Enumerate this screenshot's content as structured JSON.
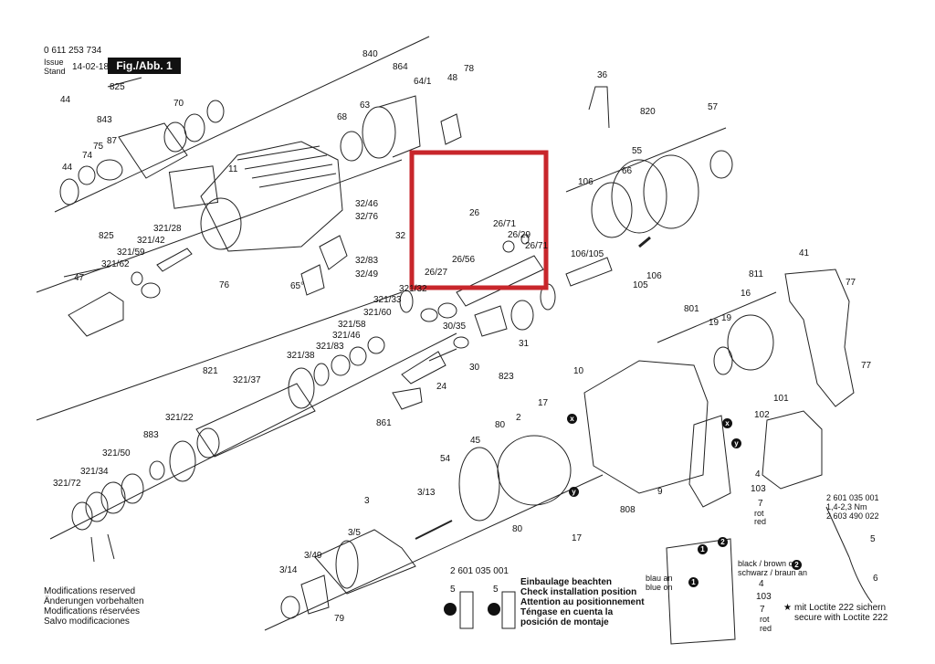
{
  "header": {
    "part_number": "0 611 253 734",
    "issue_label_1": "Issue",
    "issue_label_2": "Stand",
    "issue_date": "14-02-18",
    "figure_label": "Fig./Abb. 1"
  },
  "footer_notes": {
    "mod_en": "Modifications reserved",
    "mod_de": "Änderungen vorbehalten",
    "mod_fr": "Modifications réservées",
    "mod_es": "Salvo modificaciones"
  },
  "install": {
    "part_no": "2 601 035 001",
    "de": "Einbaulage beachten",
    "en": "Check installation position",
    "fr": "Attention au positionnement",
    "es": "Téngase en cuenta la",
    "es2": "posición de montaje",
    "label_5a": "5",
    "label_5b": "5"
  },
  "loctite": {
    "star": "★",
    "de": "mit Loctite 222 sichern",
    "en": "secure with Loctite 222"
  },
  "switch_box": {
    "part_no": "2 601 035 001",
    "torque": "1,4-2,3 Nm",
    "part_no2": "2 603 490 022",
    "red1": "7",
    "red1_txt": "rot",
    "red1_txt2": "red",
    "wire_black": "black / brown on",
    "wire_black2": "schwarz / braun an",
    "wire_blue": "blau an",
    "wire_blue2": "blue on",
    "red2": "7",
    "red2_txt": "rot",
    "red2_txt2": "red"
  },
  "callouts": [
    {
      "id": "c840",
      "text": "840"
    },
    {
      "id": "c864",
      "text": "864"
    },
    {
      "id": "c64_1",
      "text": "64/1"
    },
    {
      "id": "c48",
      "text": "48"
    },
    {
      "id": "c78",
      "text": "78"
    },
    {
      "id": "c825a",
      "text": "825"
    },
    {
      "id": "c44a",
      "text": "44"
    },
    {
      "id": "c843",
      "text": "843"
    },
    {
      "id": "c70",
      "text": "70"
    },
    {
      "id": "c75",
      "text": "75"
    },
    {
      "id": "c87",
      "text": "87"
    },
    {
      "id": "c74",
      "text": "74"
    },
    {
      "id": "c44b",
      "text": "44"
    },
    {
      "id": "c63",
      "text": "63"
    },
    {
      "id": "c68",
      "text": "68"
    },
    {
      "id": "c11",
      "text": "11"
    },
    {
      "id": "c32_46",
      "text": "32/46"
    },
    {
      "id": "c32_76",
      "text": "32/76"
    },
    {
      "id": "c32",
      "text": "32"
    },
    {
      "id": "c32_83",
      "text": "32/83"
    },
    {
      "id": "c32_49",
      "text": "32/49"
    },
    {
      "id": "c65",
      "text": "65°"
    },
    {
      "id": "c76",
      "text": "76"
    },
    {
      "id": "c825b",
      "text": "825"
    },
    {
      "id": "c321_28",
      "text": "321/28"
    },
    {
      "id": "c321_42",
      "text": "321/42"
    },
    {
      "id": "c321_59",
      "text": "321/59"
    },
    {
      "id": "c321_62",
      "text": "321/62"
    },
    {
      "id": "c47",
      "text": "47"
    },
    {
      "id": "c26",
      "text": "26"
    },
    {
      "id": "c26_71a",
      "text": "26/71"
    },
    {
      "id": "c26_29",
      "text": "26/29"
    },
    {
      "id": "c26_71b",
      "text": "26/71"
    },
    {
      "id": "c26_56",
      "text": "26/56"
    },
    {
      "id": "c26_27",
      "text": "26/27"
    },
    {
      "id": "c36",
      "text": "36"
    },
    {
      "id": "c820",
      "text": "820"
    },
    {
      "id": "c57",
      "text": "57"
    },
    {
      "id": "c55",
      "text": "55"
    },
    {
      "id": "c66",
      "text": "66"
    },
    {
      "id": "c106a",
      "text": "106"
    },
    {
      "id": "c106_105",
      "text": "106/105"
    },
    {
      "id": "c106b",
      "text": "106"
    },
    {
      "id": "c105",
      "text": "105"
    },
    {
      "id": "c41",
      "text": "41"
    },
    {
      "id": "c77a",
      "text": "77"
    },
    {
      "id": "c811",
      "text": "811"
    },
    {
      "id": "c16",
      "text": "16"
    },
    {
      "id": "c801",
      "text": "801"
    },
    {
      "id": "c19a",
      "text": "19"
    },
    {
      "id": "c19b",
      "text": "19"
    },
    {
      "id": "c77b",
      "text": "77"
    },
    {
      "id": "c321_32",
      "text": "321/32"
    },
    {
      "id": "c321_33",
      "text": "321/33"
    },
    {
      "id": "c321_60",
      "text": "321/60"
    },
    {
      "id": "c321_58",
      "text": "321/58"
    },
    {
      "id": "c321_46",
      "text": "321/46"
    },
    {
      "id": "c321_83",
      "text": "321/83"
    },
    {
      "id": "c321_38",
      "text": "321/38"
    },
    {
      "id": "c30_35",
      "text": "30/35"
    },
    {
      "id": "c31",
      "text": "31"
    },
    {
      "id": "c30",
      "text": "30"
    },
    {
      "id": "c24",
      "text": "24"
    },
    {
      "id": "c823",
      "text": "823"
    },
    {
      "id": "c821",
      "text": "821"
    },
    {
      "id": "c321_37",
      "text": "321/37"
    },
    {
      "id": "c861",
      "text": "861"
    },
    {
      "id": "c10",
      "text": "10"
    },
    {
      "id": "c17a",
      "text": "17"
    },
    {
      "id": "c101",
      "text": "101"
    },
    {
      "id": "c102",
      "text": "102"
    },
    {
      "id": "c321_22",
      "text": "321/22"
    },
    {
      "id": "c883",
      "text": "883"
    },
    {
      "id": "c80a",
      "text": "80"
    },
    {
      "id": "c2",
      "text": "2"
    },
    {
      "id": "c45",
      "text": "45"
    },
    {
      "id": "c54",
      "text": "54"
    },
    {
      "id": "c321_50",
      "text": "321/50"
    },
    {
      "id": "c321_34",
      "text": "321/34"
    },
    {
      "id": "c321_72",
      "text": "321/72"
    },
    {
      "id": "c3",
      "text": "3"
    },
    {
      "id": "c3_13",
      "text": "3/13"
    },
    {
      "id": "c3_5",
      "text": "3/5"
    },
    {
      "id": "c80b",
      "text": "80"
    },
    {
      "id": "c17b",
      "text": "17"
    },
    {
      "id": "c808",
      "text": "808"
    },
    {
      "id": "c9",
      "text": "9"
    },
    {
      "id": "c4a",
      "text": "4"
    },
    {
      "id": "c103a",
      "text": "103"
    },
    {
      "id": "c3_49",
      "text": "3/49"
    },
    {
      "id": "c3_14",
      "text": "3/14"
    },
    {
      "id": "c79",
      "text": "79"
    },
    {
      "id": "c5a",
      "text": "5"
    },
    {
      "id": "c6",
      "text": "6"
    },
    {
      "id": "c4b",
      "text": "4"
    },
    {
      "id": "c103b",
      "text": "103"
    }
  ],
  "markers": {
    "x1": "x",
    "y1": "y",
    "x2": "x",
    "y2": "y",
    "n1": "1",
    "n2": "2",
    "n1b": "1",
    "n2b": "2"
  }
}
